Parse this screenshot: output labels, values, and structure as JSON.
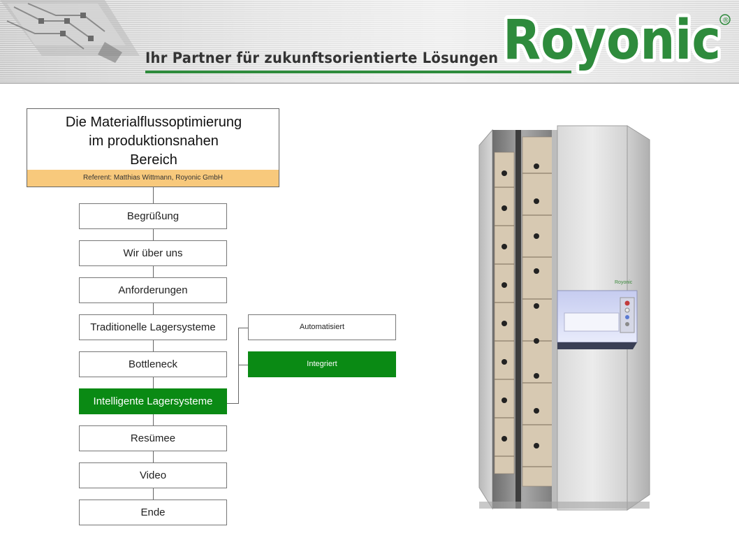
{
  "header": {
    "tagline": "Ihr Partner für zukunftsorientierte Lösungen",
    "brand": "Royonic",
    "brand_mark": "®",
    "colors": {
      "brand_green": "#2e8b3c",
      "active_green": "#0a8a14",
      "referent_bg": "#f8c97c"
    }
  },
  "title": {
    "text": "Die Materialflussoptimierung\nim produktionsnahen\nBereich",
    "referent": "Referent: Matthias Wittmann, Royonic GmbH"
  },
  "nav": {
    "items": [
      {
        "label": "Begrüßung"
      },
      {
        "label": "Wir über uns"
      },
      {
        "label": "Anforderungen"
      },
      {
        "label": "Traditionelle Lagersysteme"
      },
      {
        "label": "Bottleneck"
      },
      {
        "label": "Intelligente Lagersysteme",
        "active": true
      },
      {
        "label": "Resümee"
      },
      {
        "label": "Video"
      },
      {
        "label": "Ende"
      }
    ]
  },
  "subnav": {
    "items": [
      {
        "label": "Automatisiert"
      },
      {
        "label": "Integriert",
        "active": true
      }
    ]
  },
  "product": {
    "panel_brand": "Royonic"
  }
}
